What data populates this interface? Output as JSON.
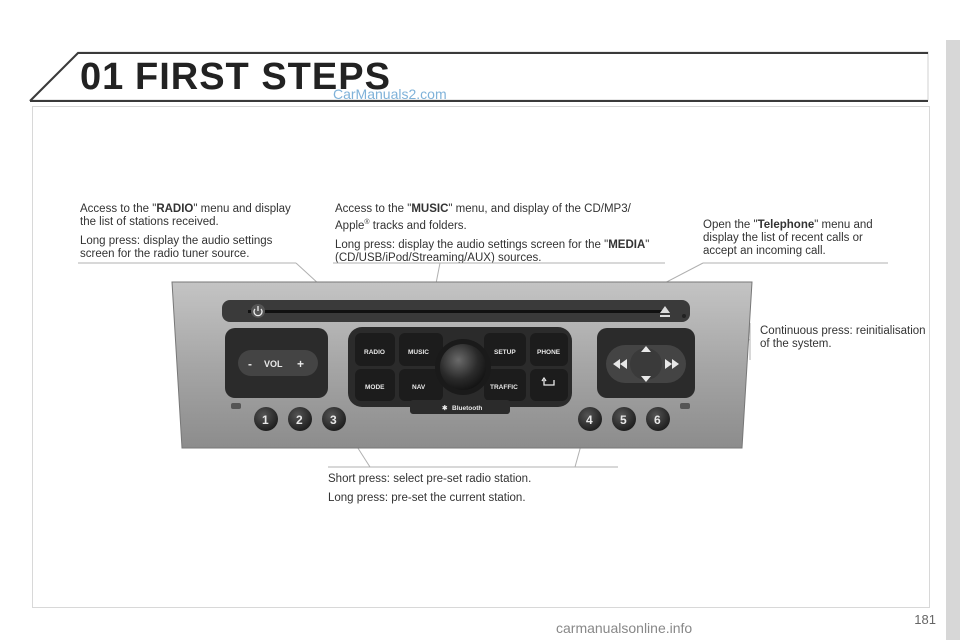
{
  "header": {
    "chapter_number": "01",
    "chapter_title": "FIRST STEPS"
  },
  "watermark": "CarManuals2.com",
  "callouts": {
    "radio": {
      "line1_pre": "Access to the \"",
      "line1_bold": "RADIO",
      "line1_post": "\" menu and display the list of stations received.",
      "line2": "Long press: display the audio settings screen for the radio tuner source."
    },
    "music": {
      "line1_pre": "Access to the \"",
      "line1_bold": "MUSIC",
      "line1_post": "\" menu, and display of the CD/MP3/ Apple",
      "line1_reg": "®",
      "line1_tail": " tracks and folders.",
      "line2_pre": "Long press: display the audio settings screen for the \"",
      "line2_bold": "MEDIA",
      "line2_post": "\" (CD/USB/iPod/Streaming/AUX) sources."
    },
    "telephone": {
      "pre": "Open the \"",
      "bold": "Telephone",
      "post": "\" menu and display the list of recent calls or accept an incoming call."
    },
    "eject": {
      "text": "Continuous press: reinitialisation of the system."
    },
    "presets": {
      "line1": "Short press: select pre-set radio station.",
      "line2": "Long press: pre-set the current station."
    }
  },
  "radio_unit": {
    "buttons": {
      "radio": "RADIO",
      "music": "MUSIC",
      "setup": "SETUP",
      "phone": "PHONE",
      "mode": "MODE",
      "nav": "NAV",
      "traffic": "TRAFFIC"
    },
    "bluetooth_label": "Bluetooth",
    "volume": {
      "minus": "-",
      "label": "VOL",
      "plus": "+"
    },
    "presets": [
      "1",
      "2",
      "3",
      "4",
      "5",
      "6"
    ],
    "icons": [
      "power-icon",
      "eject-icon",
      "back-icon",
      "rewind-icon",
      "fast-forward-icon",
      "up-arrow-icon",
      "down-arrow-icon",
      "bluetooth-icon"
    ]
  },
  "page_number": "181",
  "footer_watermark": "carmanualsonline.info",
  "colors": {
    "panel": "#a9a9a9",
    "button": "#2b2b2b",
    "label": "#e8e8e8"
  }
}
